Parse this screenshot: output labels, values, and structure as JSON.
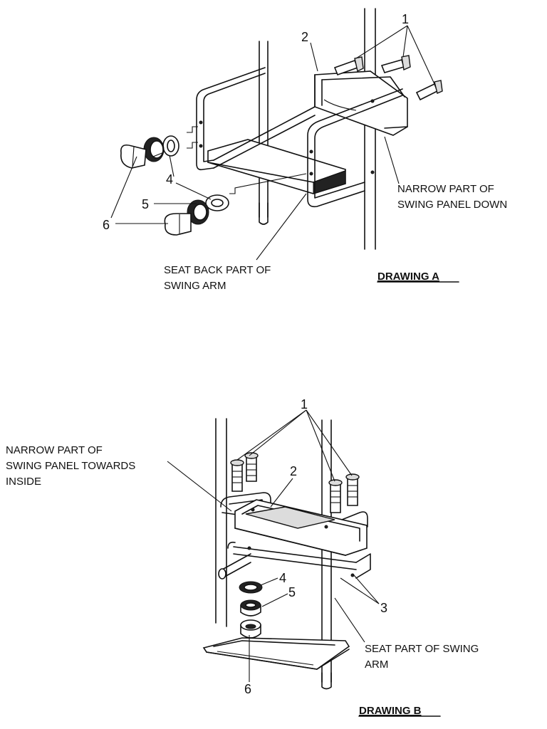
{
  "drawing_a": {
    "title": "DRAWING  A",
    "callouts": {
      "c1": "1",
      "c2": "2",
      "c4": "4",
      "c5": "5",
      "c6": "6"
    },
    "notes": {
      "narrow_line1": "NARROW PART OF",
      "narrow_line2": "SWING PANEL DOWN",
      "seatback_line1": "SEAT BACK PART OF",
      "seatback_line2": "SWING ARM"
    }
  },
  "drawing_b": {
    "title": "DRAWING  B",
    "callouts": {
      "c1": "1",
      "c2": "2",
      "c3": "3",
      "c4": "4",
      "c5": "5",
      "c6": "6"
    },
    "notes": {
      "narrow_line1": "NARROW PART OF",
      "narrow_line2": "SWING PANEL TOWARDS",
      "narrow_line3": "INSIDE",
      "seat_line1": "SEAT PART OF SWING",
      "seat_line2": "ARM"
    }
  }
}
